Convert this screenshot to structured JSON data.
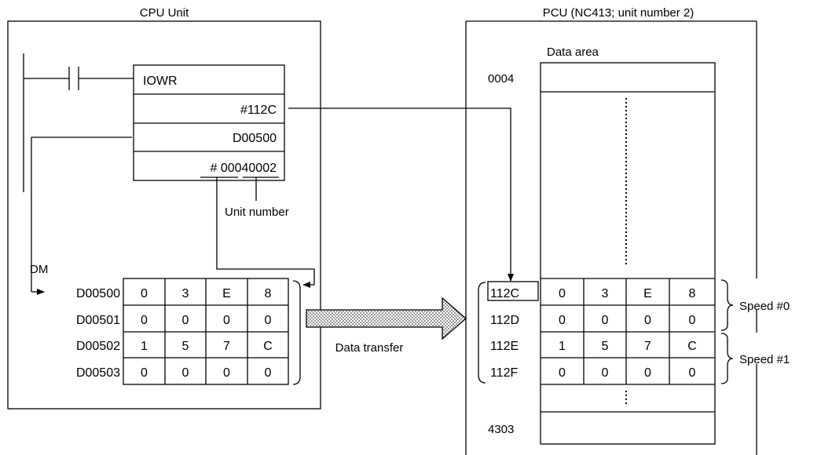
{
  "cpu": {
    "title": "CPU Unit",
    "instruction": "IOWR",
    "operand_control": "#112C",
    "operand_source": "D00500",
    "operand_dest_prefix": "#",
    "operand_dest_words": "0004",
    "operand_dest_unit": "0002",
    "unit_number_label": "Unit number",
    "dm_label": "DM",
    "dm_rows": [
      {
        "addr": "D00500",
        "cells": [
          "0",
          "3",
          "E",
          "8"
        ]
      },
      {
        "addr": "D00501",
        "cells": [
          "0",
          "0",
          "0",
          "0"
        ]
      },
      {
        "addr": "D00502",
        "cells": [
          "1",
          "5",
          "7",
          "C"
        ]
      },
      {
        "addr": "D00503",
        "cells": [
          "0",
          "0",
          "0",
          "0"
        ]
      }
    ]
  },
  "transfer_label": "Data transfer",
  "pcu": {
    "title": "PCU (NC413; unit number 2)",
    "data_area_label": "Data area",
    "start_addr": "0004",
    "end_addr": "4303",
    "rows": [
      {
        "addr": "112C",
        "cells": [
          "0",
          "3",
          "E",
          "8"
        ]
      },
      {
        "addr": "112D",
        "cells": [
          "0",
          "0",
          "0",
          "0"
        ]
      },
      {
        "addr": "112E",
        "cells": [
          "1",
          "5",
          "7",
          "C"
        ]
      },
      {
        "addr": "112F",
        "cells": [
          "0",
          "0",
          "0",
          "0"
        ]
      }
    ],
    "speed_labels": [
      "Speed #0",
      "Speed #1"
    ]
  }
}
